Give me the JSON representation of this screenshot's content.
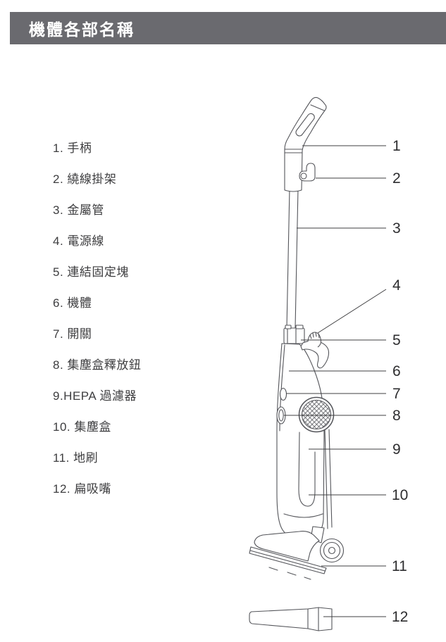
{
  "header": {
    "title": "機體各部名稱"
  },
  "colors": {
    "header_bg": "#6a6a6f",
    "header_text": "#ffffff",
    "list_text": "#3d3d3f",
    "callout_text": "#2d2d2f",
    "line_art": "#54555a"
  },
  "parts": [
    "1. 手柄",
    "2. 繞線掛架",
    "3. 金屬管",
    "4. 電源線",
    "5. 連結固定塊",
    "6. 機體",
    "7. 開關",
    "8. 集塵盒釋放鈕",
    "9.HEPA 過濾器",
    "10. 集塵盒",
    "11. 地刷",
    "12. 扁吸嘴"
  ],
  "callouts": [
    "1",
    "2",
    "3",
    "4",
    "5",
    "6",
    "7",
    "8",
    "9",
    "10",
    "11",
    "12"
  ]
}
